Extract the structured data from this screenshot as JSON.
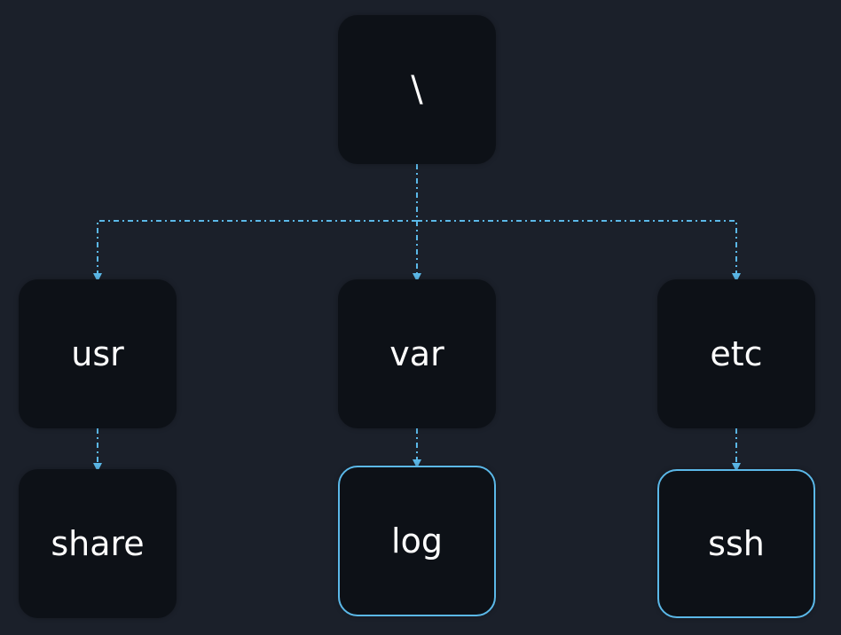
{
  "diagram": {
    "type": "directory-tree",
    "colors": {
      "background": "#1b202a",
      "node_fill": "#0d1117",
      "node_text": "#ffffff",
      "connector": "#5bb8e8",
      "highlight_border": "#5bb8e8"
    },
    "nodes": {
      "root": {
        "label": "\\"
      },
      "usr": {
        "label": "usr"
      },
      "var": {
        "label": "var"
      },
      "etc": {
        "label": "etc"
      },
      "share": {
        "label": "share"
      },
      "log": {
        "label": "log",
        "highlighted": true
      },
      "ssh": {
        "label": "ssh",
        "highlighted": true
      }
    },
    "edges": [
      {
        "from": "root",
        "to": "usr"
      },
      {
        "from": "root",
        "to": "var"
      },
      {
        "from": "root",
        "to": "etc"
      },
      {
        "from": "usr",
        "to": "share"
      },
      {
        "from": "var",
        "to": "log"
      },
      {
        "from": "etc",
        "to": "ssh"
      }
    ]
  }
}
